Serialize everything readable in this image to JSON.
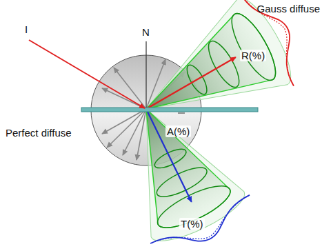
{
  "diagram": {
    "labels": [
      "I",
      "N",
      "Gauss diffuse",
      "R(%)",
      "Perfect diffuse",
      "A(%)",
      "T(%)"
    ]
  }
}
